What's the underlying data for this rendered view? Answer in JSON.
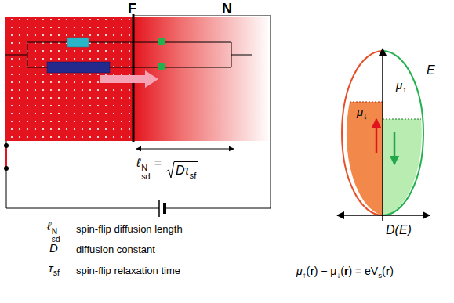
{
  "diagram": {
    "labels": [
      "F",
      "N",
      "ℓ",
      "N",
      "sd",
      "=",
      "Dτ",
      "sf",
      "ℓ",
      "N",
      "sd",
      "spin-flip diffusion length",
      "D",
      "diffusion constant",
      "τ",
      "sf",
      "spin-flip relaxation time",
      "E",
      "μ",
      "↑",
      "μ",
      "↓",
      "D(E)",
      "μ",
      "↑",
      "(",
      "r",
      ") − μ",
      "↓",
      "(",
      "r",
      ") = eV",
      "s",
      "(",
      "r",
      ")"
    ]
  }
}
